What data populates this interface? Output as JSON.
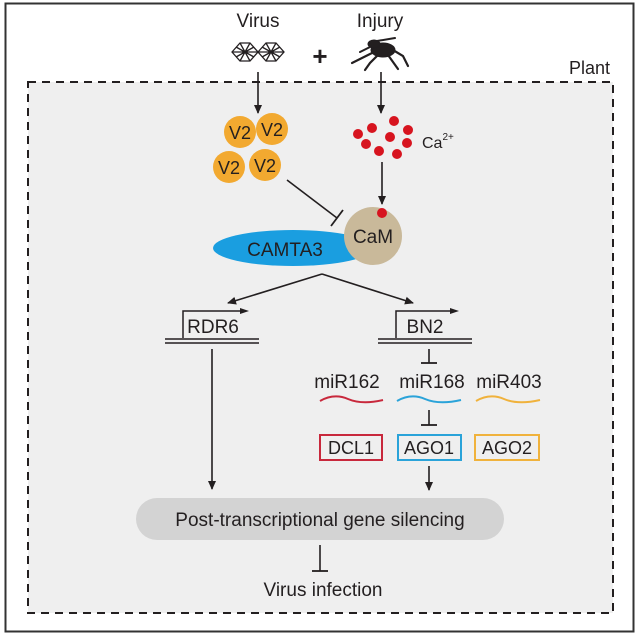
{
  "title_inputs": {
    "virus": "Virus",
    "plus": "+",
    "injury": "Injury"
  },
  "container_label": "Plant",
  "v2_label": "V2",
  "calcium": {
    "base": "Ca",
    "superscript": "2+"
  },
  "cam_label": "CaM",
  "camta3_label": "CAMTA3",
  "genes": {
    "rdr6": "RDR6",
    "bn2": "BN2"
  },
  "mirnas": [
    {
      "label": "miR162",
      "color": "#c8283c"
    },
    {
      "label": "miR168",
      "color": "#2aa3d9"
    },
    {
      "label": "miR403",
      "color": "#f0b23c"
    }
  ],
  "targets": [
    {
      "label": "DCL1",
      "color": "#c8283c"
    },
    {
      "label": "AGO1",
      "color": "#2aa3d9"
    },
    {
      "label": "AGO2",
      "color": "#f0b23c"
    }
  ],
  "ptgs_label": "Post-transcriptional gene silencing",
  "outcome_label": "Virus infection",
  "colors": {
    "v2": "#f2a930",
    "calcium": "#d7141f",
    "cam": "#c9b99a",
    "camta3": "#1a9ee0",
    "ptgs": "#d3d3d3",
    "plant_bg": "#efefef"
  }
}
